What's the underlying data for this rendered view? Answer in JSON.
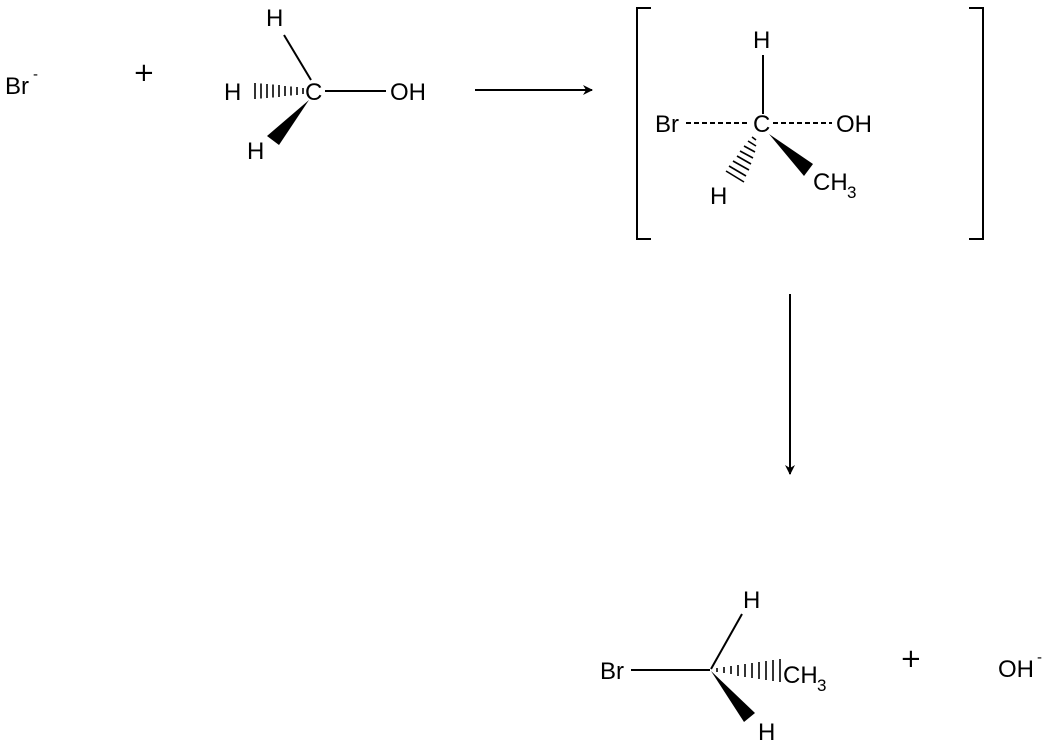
{
  "reactants": {
    "bromide": {
      "symbol": "Br",
      "charge": "-"
    },
    "plus": "+",
    "substrate": {
      "center": "C",
      "h_top": "H",
      "h_hashed": "H",
      "h_wedge": "H",
      "group": "OH"
    }
  },
  "transition_state": {
    "center": "C",
    "h_top": "H",
    "nucleophile": "Br",
    "leaving_group": "OH",
    "h_hashed": "H",
    "methyl": {
      "base": "CH",
      "subscript": "3"
    }
  },
  "products": {
    "product": {
      "leaving": "Br",
      "h_top": "H",
      "methyl": {
        "base": "CH",
        "subscript": "3"
      },
      "h_wedge": "H"
    },
    "plus": "+",
    "hydroxide": {
      "symbol": "OH",
      "charge": "-"
    }
  },
  "colors": {
    "ink": "#000000",
    "background": "#ffffff"
  }
}
